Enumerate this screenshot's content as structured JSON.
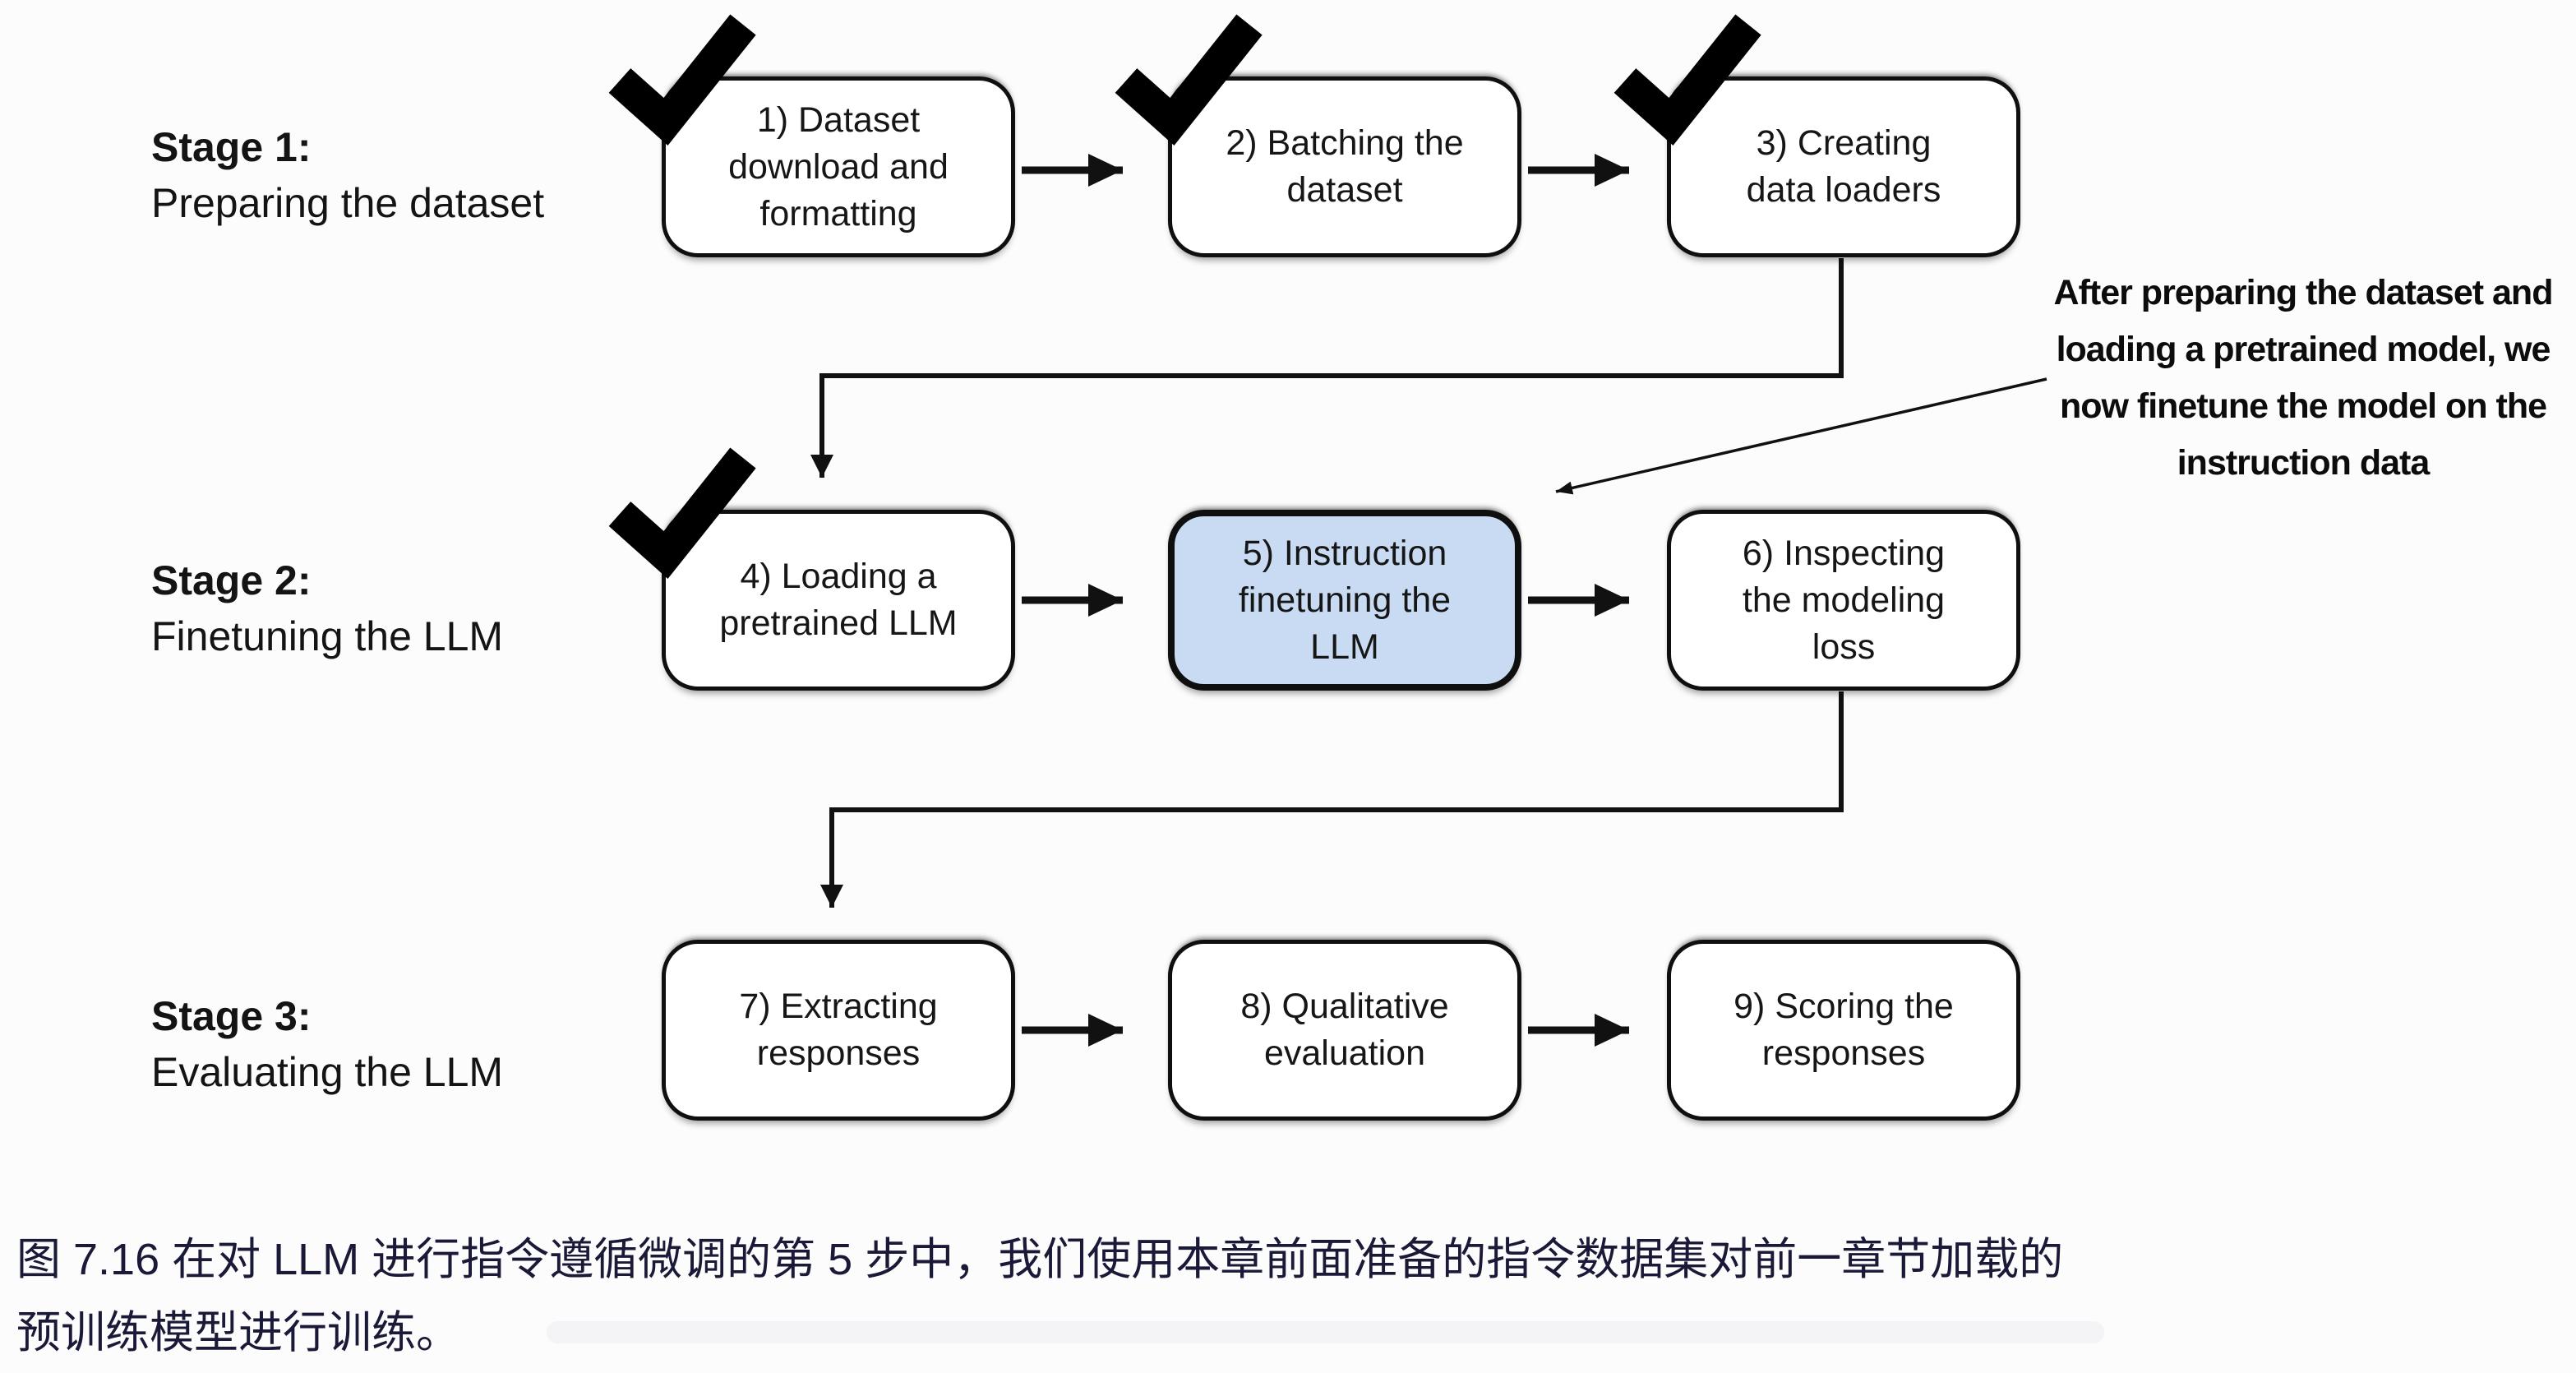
{
  "figure": {
    "kind": "flow-diagram",
    "source_caption_zh": "图 7.16 在对 LLM 进行指令遵循微调的第 5 步中，我们使用本章前面准备的指令数据集对前一章节加载的预训练模型进行训练。"
  },
  "colors": {
    "background": "#fcfcfd",
    "box_fill": "#ffffff",
    "box_highlight_fill": "#c8dbf3",
    "box_border": "#0f0f0f",
    "arrow": "#111111",
    "checkmark": "#000000",
    "stage_text": "#141414",
    "annotation_text": "#0c0c0c",
    "caption_text": "#1a1a38"
  },
  "stages": [
    {
      "title": "Stage 1:",
      "subtitle": "Preparing the dataset"
    },
    {
      "title": "Stage 2:",
      "subtitle": "Finetuning the LLM"
    },
    {
      "title": "Stage 3:",
      "subtitle": "Evaluating the LLM"
    }
  ],
  "boxes": [
    {
      "id": 1,
      "lines": [
        "1) Dataset",
        "download and",
        "formatting"
      ],
      "checked": true,
      "highlighted": false
    },
    {
      "id": 2,
      "lines": [
        "2) Batching the",
        "dataset"
      ],
      "checked": true,
      "highlighted": false
    },
    {
      "id": 3,
      "lines": [
        "3) Creating",
        "data loaders"
      ],
      "checked": true,
      "highlighted": false
    },
    {
      "id": 4,
      "lines": [
        "4) Loading a",
        "pretrained LLM"
      ],
      "checked": true,
      "highlighted": false
    },
    {
      "id": 5,
      "lines": [
        "5) Instruction",
        "finetuning the",
        "LLM"
      ],
      "checked": false,
      "highlighted": true
    },
    {
      "id": 6,
      "lines": [
        "6) Inspecting",
        "the modeling",
        "loss"
      ],
      "checked": false,
      "highlighted": false
    },
    {
      "id": 7,
      "lines": [
        "7) Extracting",
        "responses"
      ],
      "checked": false,
      "highlighted": false
    },
    {
      "id": 8,
      "lines": [
        "8) Qualitative",
        "evaluation"
      ],
      "checked": false,
      "highlighted": false
    },
    {
      "id": 9,
      "lines": [
        "9) Scoring the",
        "responses"
      ],
      "checked": false,
      "highlighted": false
    }
  ],
  "annotation": {
    "lines": [
      "After preparing the dataset and",
      "loading a pretrained model, we",
      "now finetune the model on the",
      "instruction data"
    ]
  },
  "caption": {
    "lines": [
      "图 7.16 在对 LLM 进行指令遵循微调的第 5 步中，我们使用本章前面准备的指令数据集对前一章节加载的",
      "预训练模型进行训练。"
    ]
  },
  "icons": {
    "checkmark": "heavy-check-mark",
    "arrow": "solid-triangle-arrow"
  }
}
